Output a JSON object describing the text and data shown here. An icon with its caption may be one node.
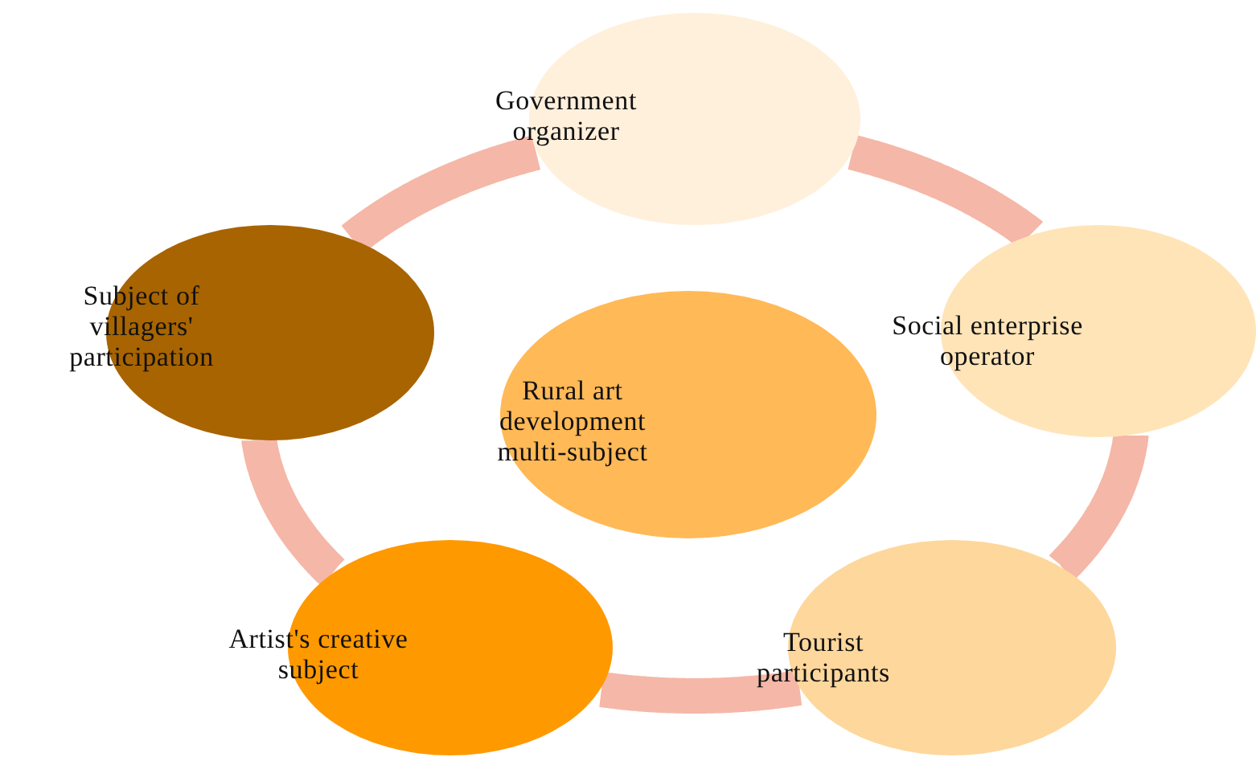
{
  "diagram": {
    "nodes": [
      {
        "text": [
          "Government organizer"
        ]
      },
      {
        "text": [
          "Subject of villagers' participation"
        ]
      },
      {
        "text": [
          "Social enterprise operator"
        ]
      },
      {
        "text": [
          "Rural art development multi-subject"
        ]
      },
      {
        "text": [
          "Artist's creative subject"
        ]
      },
      {
        "text": [
          "Tourist participants"
        ]
      }
    ],
    "edges": [
      {
        "from": 0,
        "to": 2,
        "arrow": "none"
      },
      {
        "from": 2,
        "to": 5,
        "arrow": "none"
      },
      {
        "from": 5,
        "to": 4,
        "arrow": "none"
      },
      {
        "from": 4,
        "to": 1,
        "arrow": "none"
      },
      {
        "from": 1,
        "to": 0,
        "arrow": "none"
      }
    ]
  }
}
